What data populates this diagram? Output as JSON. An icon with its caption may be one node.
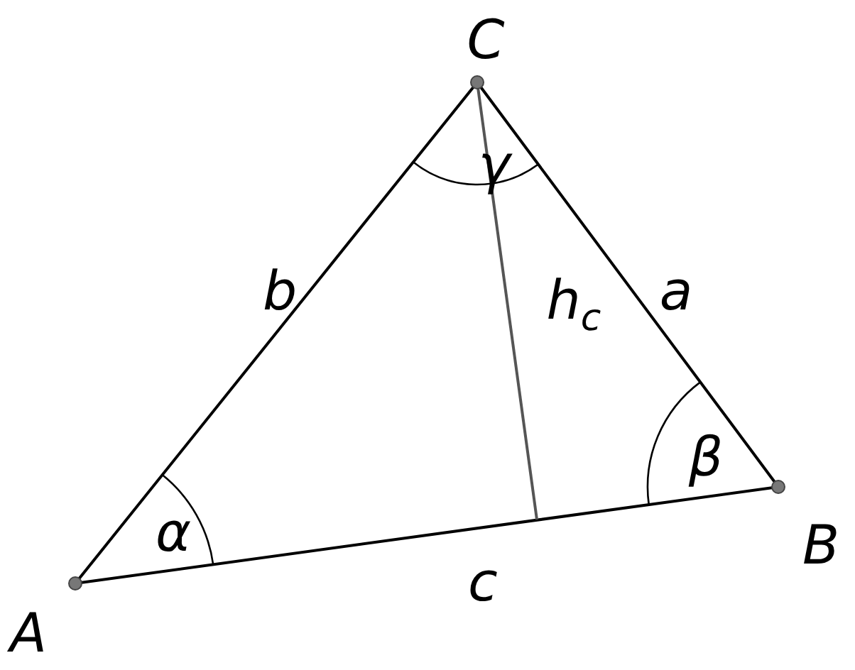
{
  "diagram": {
    "labels": [
      "C",
      "γ",
      "b",
      "h$_{c}$",
      "a",
      "β",
      "α",
      "c",
      "A",
      "B"
    ]
  }
}
